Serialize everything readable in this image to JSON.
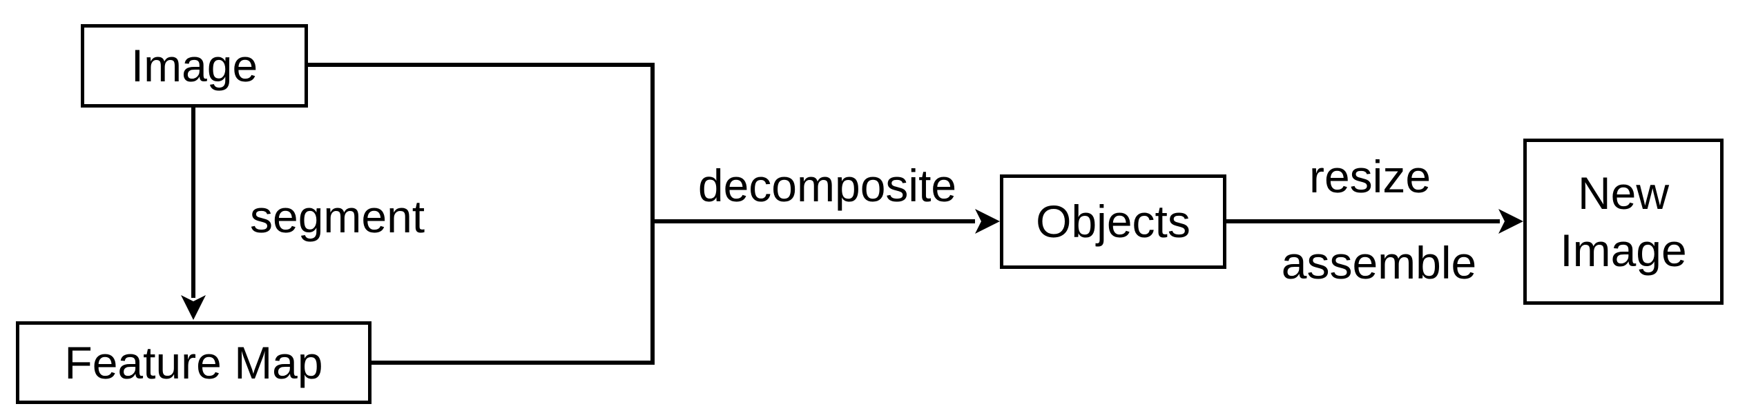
{
  "diagram": {
    "background_color": "#ffffff",
    "stroke_color": "#000000",
    "nodes": {
      "image": {
        "label": "Image"
      },
      "feature_map": {
        "label": "Feature Map"
      },
      "objects": {
        "label": "Objects"
      },
      "new_image": {
        "label": "New Image"
      }
    },
    "edges": {
      "segment": {
        "label": "segment",
        "from": "Image",
        "to": "Feature Map"
      },
      "decomposite": {
        "label": "decomposite",
        "from": "Image and Feature Map",
        "to": "Objects"
      },
      "resize": {
        "label": "resize",
        "from": "Objects",
        "to": "New Image"
      },
      "assemble": {
        "label": "assemble",
        "from": "Objects",
        "to": "New Image"
      }
    }
  }
}
